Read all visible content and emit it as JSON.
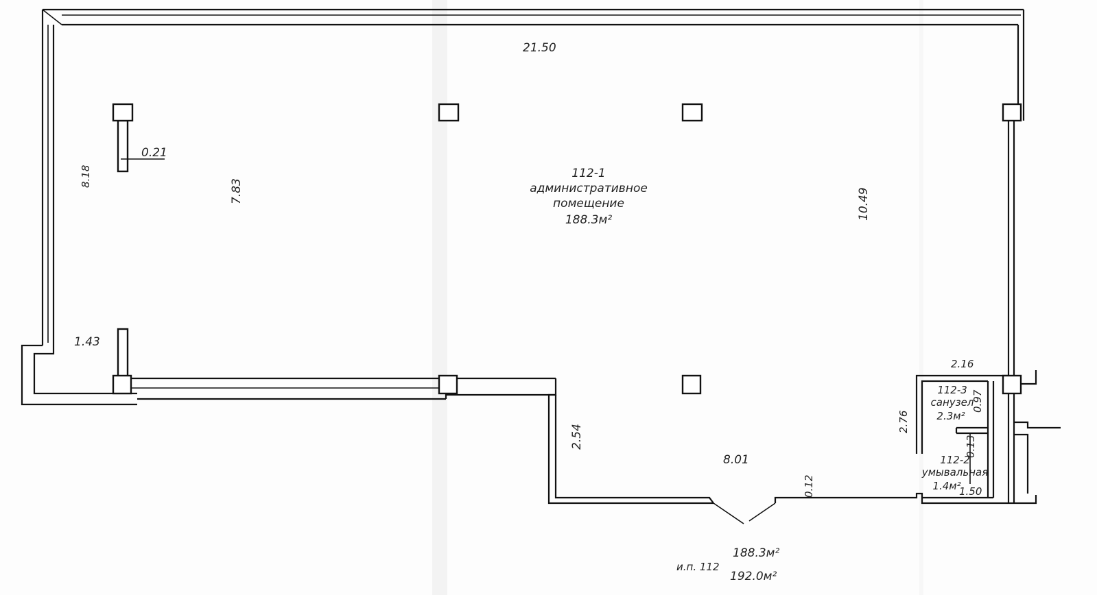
{
  "plan": {
    "rooms": [
      {
        "id": "112-1",
        "name_line1": "административное",
        "name_line2": "помещение",
        "area": "188.3м²"
      },
      {
        "id": "112-3",
        "name": "санузел",
        "area": "2.3м²"
      },
      {
        "id": "112-2",
        "name": "умывальная",
        "area": "1.4м²"
      }
    ],
    "dimensions": {
      "top_width": "21.50",
      "left_height": "8.18",
      "inner_height": "7.83",
      "column_offset": "0.21",
      "right_height": "10.49",
      "bottom_left": "1.43",
      "wc_width": "2.16",
      "wc_height": "2.76",
      "wc_depth": "0.97",
      "partition": "0.13",
      "step_height": "2.54",
      "bottom_width": "8.01",
      "wall_thickness": "0.12",
      "wash_width": "1.50"
    },
    "summary": {
      "unit_label": "и.п. 112",
      "main_area": "188.3м²",
      "total_area": "192.0м²"
    }
  }
}
